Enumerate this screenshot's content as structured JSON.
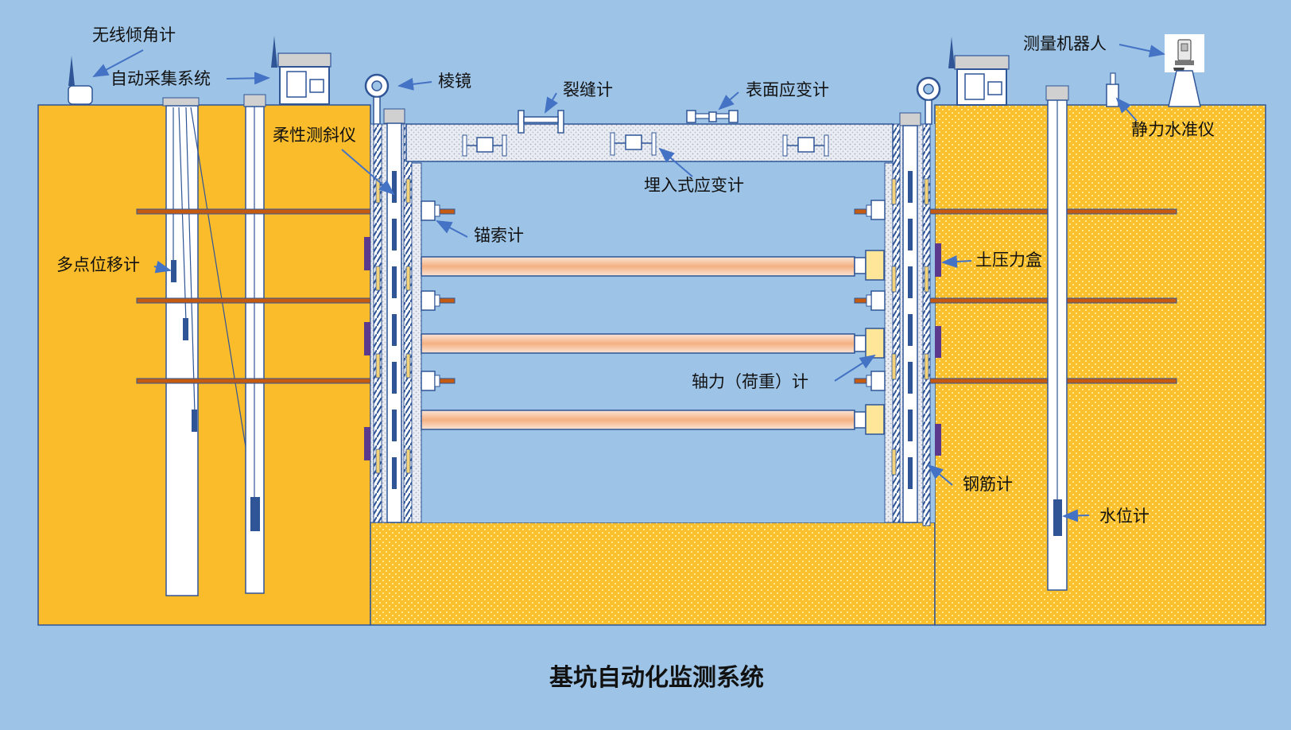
{
  "title": "基坑自动化监测系统",
  "labels": {
    "tiltmeter": "无线倾角计",
    "acquisition": "自动采集系统",
    "prism": "棱镜",
    "crack": "裂缝计",
    "surface_strain": "表面应变计",
    "robot": "测量机器人",
    "flex_inclinometer": "柔性测斜仪",
    "hydrostatic": "静力水准仪",
    "embedded_strain": "埋入式应变计",
    "anchor": "锚索计",
    "extensometer": "多点位移计",
    "earth_pressure": "土压力盒",
    "axial_force": "轴力（荷重）计",
    "rebar": "钢筋计",
    "water_level": "水位计"
  },
  "colors": {
    "background": "#9dc3e6",
    "soil_left": "#fbbc2c",
    "soil_right": "#fbc02d",
    "arrow": "#4472c4",
    "strut": "#f8cbad",
    "anchor": "#c55a11",
    "sensor_dark": "#2f5597",
    "sensor_purple": "#5b3a8e"
  }
}
